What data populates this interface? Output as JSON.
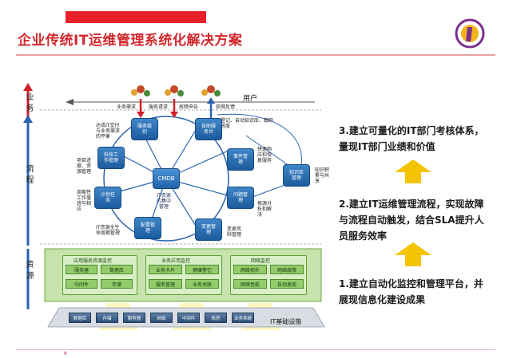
{
  "header": {
    "title": "企业传统IT运维管理系统化解决方案"
  },
  "diagram": {
    "tiers": {
      "business": "业务",
      "process": "流程",
      "resource": "资源"
    },
    "users_label": "用户",
    "top_flows": [
      "业务需求",
      "服务请求",
      "故障申告",
      "获得反馈"
    ],
    "notes": {
      "service_level_note": "达成IT交付\n与业务需求\n的平衡",
      "project_note": "项目进\n度、资\n源管理",
      "periodic_note": "周期性\n工作值\n班与相\n应",
      "lifecycle_note": "IT资源全生\n命周期管理",
      "record_note": "登记、自动知识库、跟踪\n进度",
      "fast_response_note": "快速响\n应和恢\n复服务",
      "root_cause_note": "根源分\n析和解\n决",
      "change_risk_note": "变更风\n险管理",
      "knowledge_share_note": "知识积\n累与共\n享"
    },
    "nodes": {
      "service_level": "服务级\n别",
      "self_service": "自助服\n务台",
      "tech_work": "科技工\n作管理",
      "event_mgmt": "事件管\n理",
      "plan_task": "计划任\n务",
      "problem_mgmt": "问题管\n理",
      "config_mgmt": "配置管\n理",
      "change_mgmt": "变更管\n理",
      "knowledge_base": "知识库\n管理",
      "cmdb": "CMDB",
      "cmdb_note": "IT资源\n的集中\n管理"
    },
    "resource_groups": [
      {
        "title": "应用服务资源监控",
        "items": [
          "服务器",
          "数据库",
          "中间件",
          "存储"
        ]
      },
      {
        "title": "业务应用监控",
        "items": [
          "业务卡片",
          "健康警忆",
          "服务管理",
          "业务关联"
        ]
      },
      {
        "title": "网络监控",
        "items": [
          "网络拓扑",
          "网络故障",
          "网络性能",
          "自动发现"
        ]
      }
    ],
    "infrastructure": {
      "items": [
        "数据库",
        "存储",
        "服务器",
        "网络",
        "中间件",
        "机房",
        "业务系统"
      ],
      "label": "IT基础设施"
    }
  },
  "steps": [
    "3.建立可量化的IT部门考核体系，量现IT部门业绩和价值",
    "2.建立IT运维管理流程，实现故障与流程自动触发，结合SLA提升人员服务效率",
    "1.建立自动化监控和管理平台，并展现信息化建设成果"
  ],
  "footer": {
    "page_number": "6"
  },
  "colors": {
    "title_red": "#d2282d",
    "node_blue": "#1c5c9e",
    "resource_green": "#93cc6a",
    "arrow_yellow": "#f5c400"
  }
}
